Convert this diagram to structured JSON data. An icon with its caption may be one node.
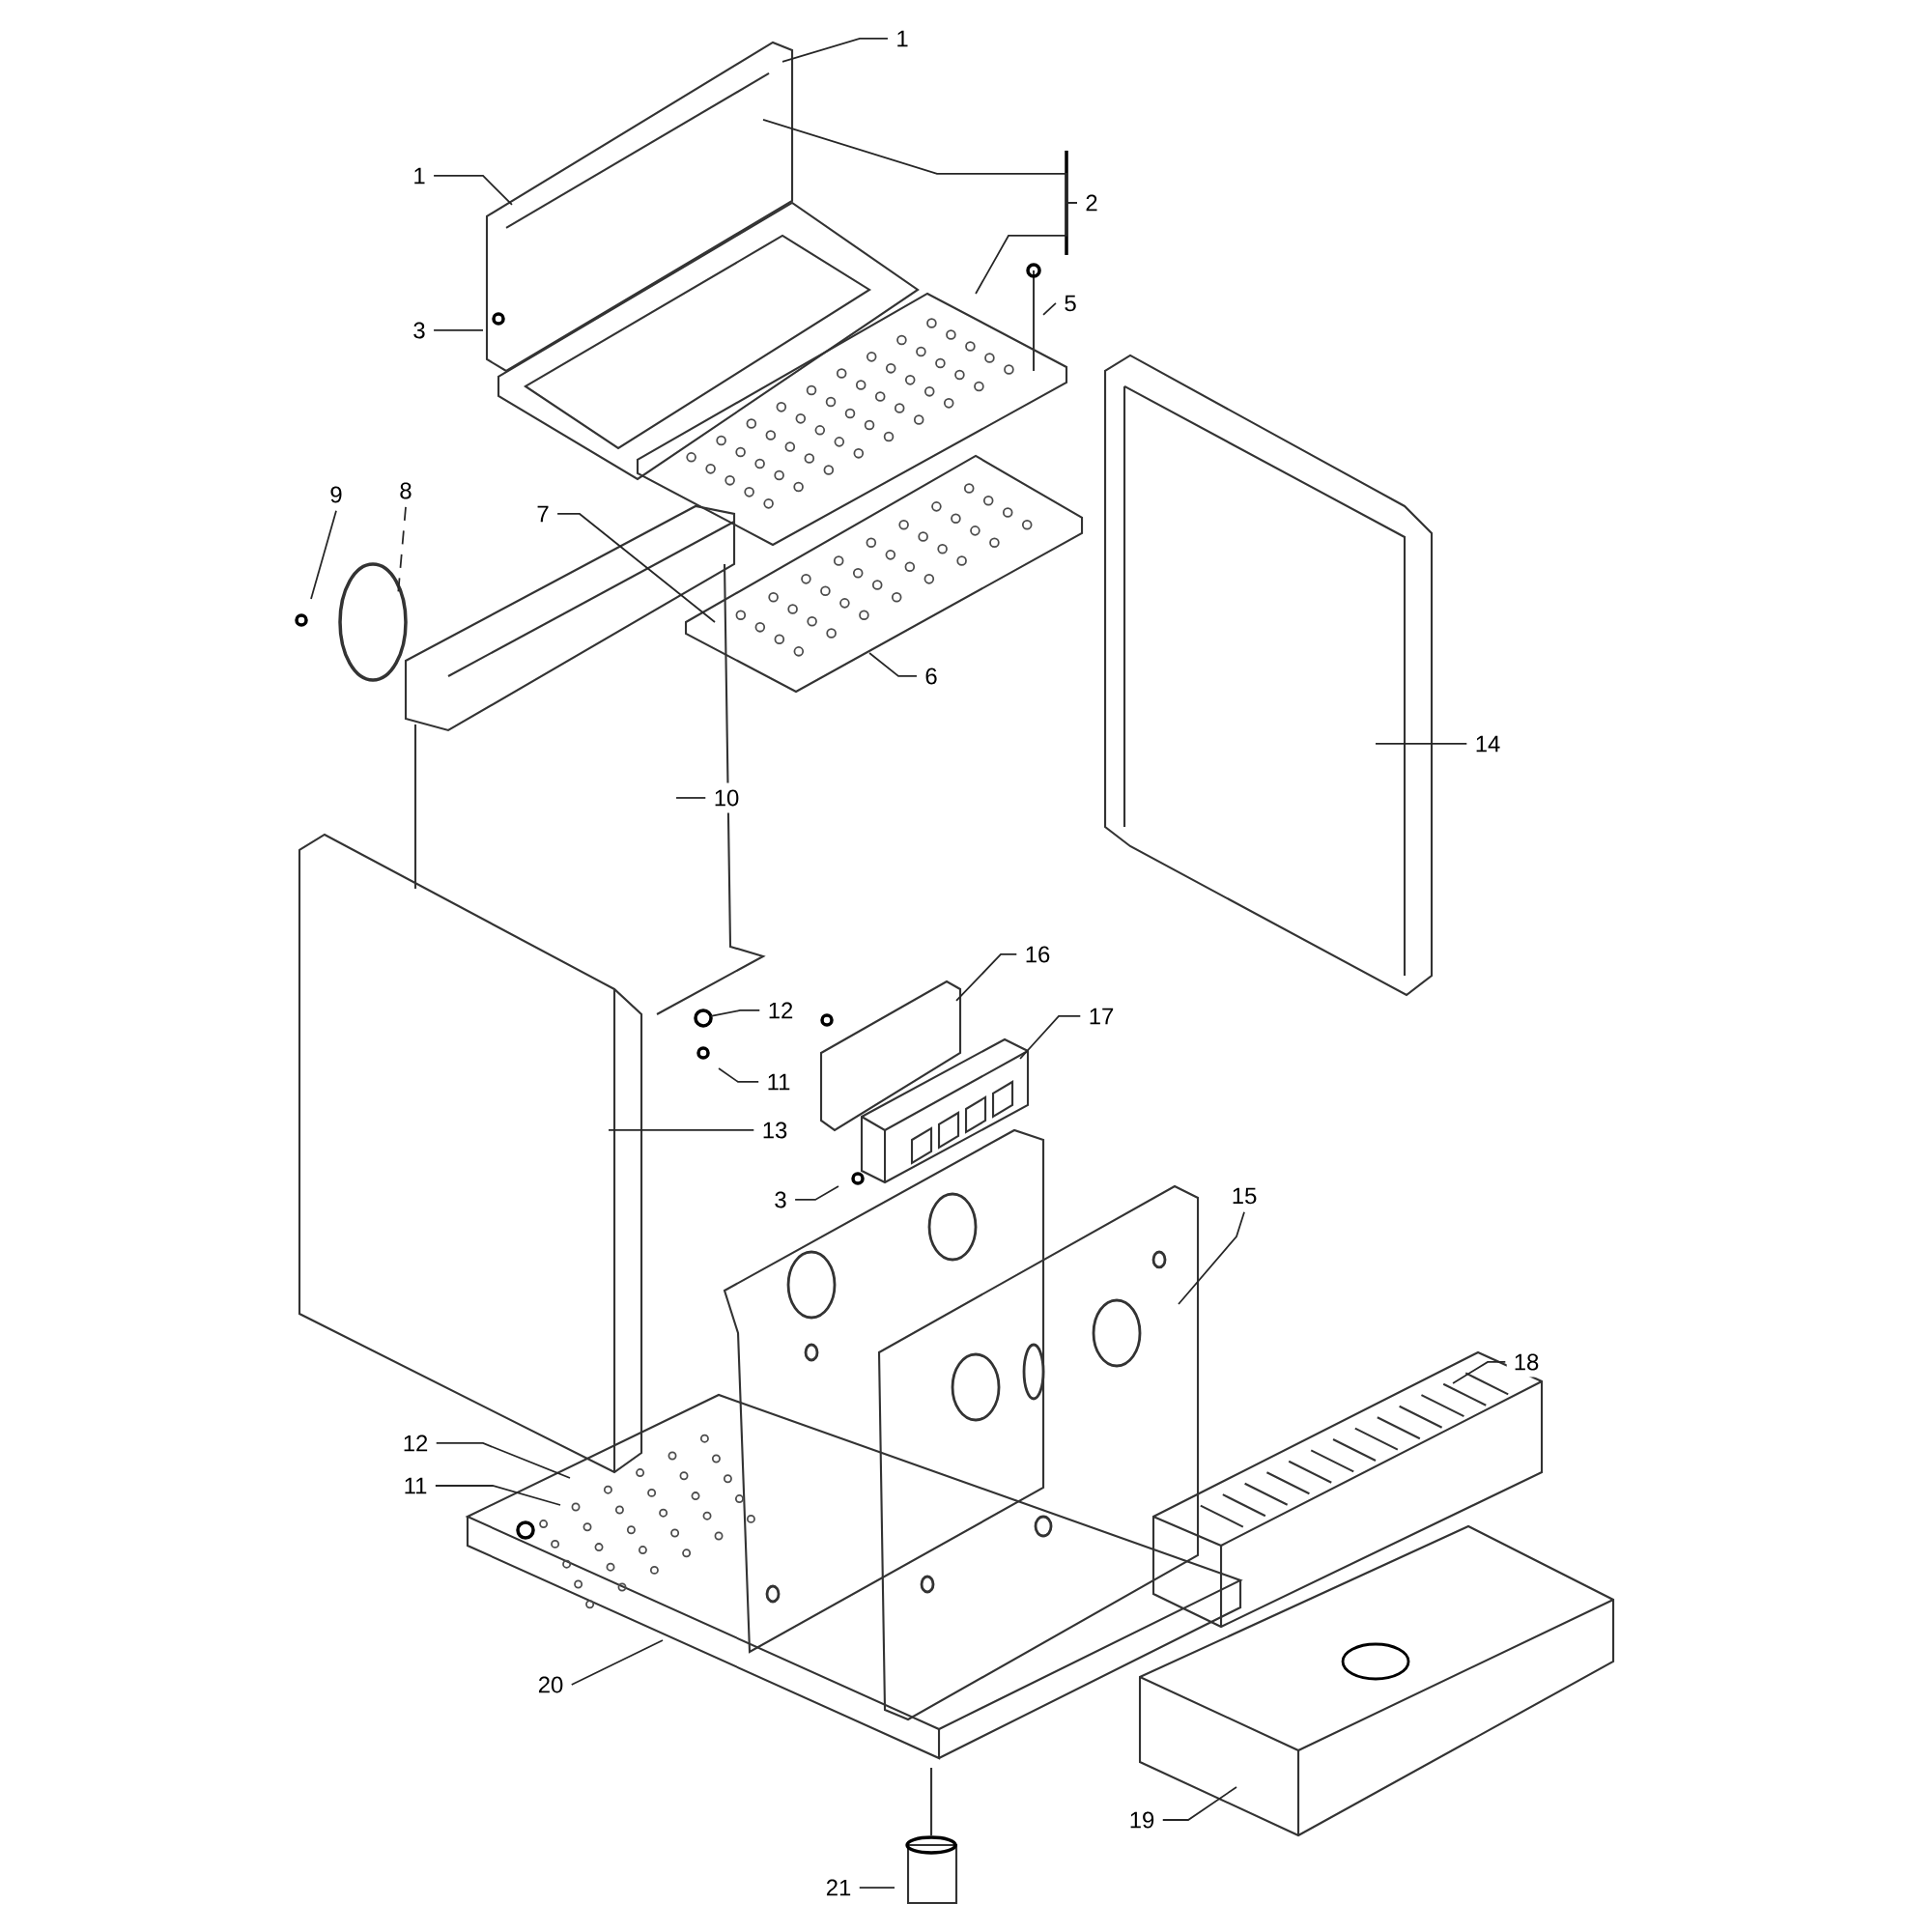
{
  "diagram": {
    "nodes": [
      {
        "text": [
          "1"
        ]
      },
      {
        "text": [
          "1"
        ]
      },
      {
        "text": [
          "2"
        ]
      },
      {
        "text": [
          "3"
        ]
      },
      {
        "text": [
          "5"
        ]
      },
      {
        "text": [
          "9"
        ]
      },
      {
        "text": [
          "8"
        ]
      },
      {
        "text": [
          "7"
        ]
      },
      {
        "text": [
          "6"
        ]
      },
      {
        "text": [
          "10"
        ]
      },
      {
        "text": [
          "14"
        ]
      },
      {
        "text": [
          "16"
        ]
      },
      {
        "text": [
          "12"
        ]
      },
      {
        "text": [
          "11"
        ]
      },
      {
        "text": [
          "17"
        ]
      },
      {
        "text": [
          "13"
        ]
      },
      {
        "text": [
          "3"
        ]
      },
      {
        "text": [
          "15"
        ]
      },
      {
        "text": [
          "18"
        ]
      },
      {
        "text": [
          "12"
        ]
      },
      {
        "text": [
          "11"
        ]
      },
      {
        "text": [
          "20"
        ]
      },
      {
        "text": [
          "19"
        ]
      },
      {
        "text": [
          "21"
        ]
      }
    ],
    "edges": [
      {
        "from": 0,
        "to": null,
        "arrow": "none"
      },
      {
        "from": 1,
        "to": null,
        "arrow": "none"
      },
      {
        "from": 2,
        "to": null,
        "arrow": "none"
      },
      {
        "from": 2,
        "to": null,
        "arrow": "none"
      },
      {
        "from": 3,
        "to": null,
        "arrow": "none"
      },
      {
        "from": 4,
        "to": null,
        "arrow": "none"
      },
      {
        "from": 5,
        "to": null,
        "arrow": "none"
      },
      {
        "from": 6,
        "to": null,
        "arrow": "none",
        "style": "dashed"
      },
      {
        "from": 7,
        "to": null,
        "arrow": "none"
      },
      {
        "from": 8,
        "to": null,
        "arrow": "none"
      },
      {
        "from": 9,
        "to": null,
        "arrow": "none"
      },
      {
        "from": 10,
        "to": null,
        "arrow": "none"
      },
      {
        "from": 11,
        "to": null,
        "arrow": "none"
      },
      {
        "from": 12,
        "to": null,
        "arrow": "none"
      },
      {
        "from": 13,
        "to": null,
        "arrow": "none"
      },
      {
        "from": 14,
        "to": null,
        "arrow": "none"
      },
      {
        "from": 15,
        "to": null,
        "arrow": "none"
      },
      {
        "from": 16,
        "to": null,
        "arrow": "none"
      },
      {
        "from": 17,
        "to": null,
        "arrow": "none"
      },
      {
        "from": 18,
        "to": null,
        "arrow": "none"
      },
      {
        "from": 19,
        "to": null,
        "arrow": "none"
      },
      {
        "from": 20,
        "to": null,
        "arrow": "none"
      },
      {
        "from": 21,
        "to": null,
        "arrow": "none"
      },
      {
        "from": 22,
        "to": null,
        "arrow": "none"
      },
      {
        "from": 23,
        "to": null,
        "arrow": "none"
      }
    ]
  }
}
